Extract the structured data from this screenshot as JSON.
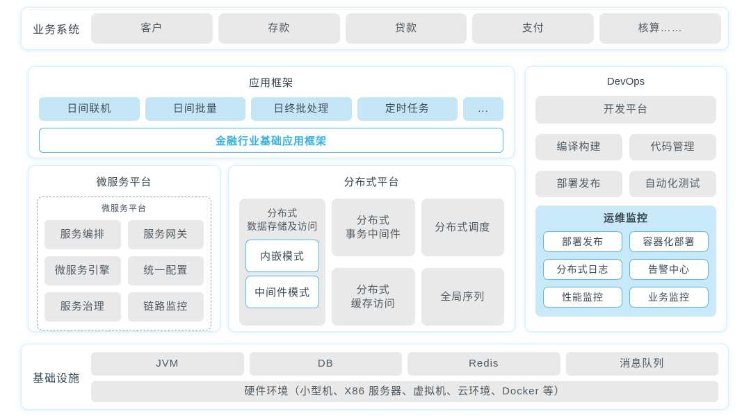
{
  "business_systems": {
    "label": "业务系统",
    "items": [
      "客户",
      "存款",
      "贷款",
      "支付",
      "核算……"
    ]
  },
  "app_framework": {
    "title": "应用框架",
    "modules": [
      "日间联机",
      "日间批量",
      "日终批处理",
      "定时任务",
      "..."
    ],
    "base_framework": "金融行业基础应用框架"
  },
  "microservice_platform": {
    "title": "微服务平台",
    "inner_title": "微服务平台",
    "items": [
      "服务编排",
      "服务网关",
      "微服务引擎",
      "统一配置",
      "服务治理",
      "链路监控"
    ]
  },
  "distributed_platform": {
    "title": "分布式平台",
    "storage": {
      "title": "分布式\n数据存储及访问",
      "modes": [
        "内嵌模式",
        "中间件模式"
      ]
    },
    "cells": [
      "分布式\n事务中间件",
      "分布式调度",
      "分布式\n缓存访问",
      "全局序列"
    ]
  },
  "devops": {
    "title": "DevOps",
    "dev_platform": "开发平台",
    "tools": [
      "编译构建",
      "代码管理",
      "部署发布",
      "自动化测试"
    ],
    "monitoring": {
      "title": "运维监控",
      "items": [
        "部署发布",
        "容器化部署",
        "分布式日志",
        "告警中心",
        "性能监控",
        "业务监控"
      ]
    }
  },
  "infrastructure": {
    "label": "基础设施",
    "runtimes": [
      "JVM",
      "DB",
      "Redis",
      "消息队列"
    ],
    "hardware": "硬件环境（小型机、X86 服务器、虚拟机、云环境、Docker 等）"
  },
  "colors": {
    "panel_border": "#d7eef8",
    "gray_box": "#e9e9e9",
    "light_blue_box": "#c5e6f6",
    "monitoring_bg": "#c9e8f8",
    "accent_blue_border": "#55b6e7",
    "accent_cyan_text": "#36b0e2",
    "title_text": "#36454f",
    "box_text": "#4e5a63"
  }
}
